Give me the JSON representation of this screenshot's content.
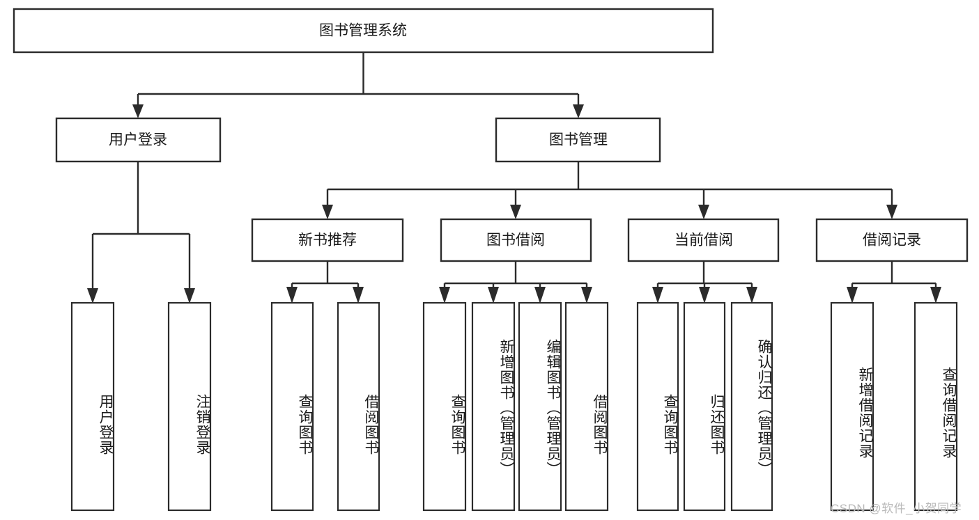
{
  "diagram": {
    "type": "tree-hierarchy-chart",
    "title_node": {
      "label": "图书管理系统"
    },
    "level2": [
      {
        "id": "user-login",
        "label": "用户登录"
      },
      {
        "id": "book-management",
        "label": "图书管理"
      }
    ],
    "level3": [
      {
        "id": "new-book-recommend",
        "label": "新书推荐",
        "parent": "book-management"
      },
      {
        "id": "book-borrow",
        "label": "图书借阅",
        "parent": "book-management"
      },
      {
        "id": "current-borrow",
        "label": "当前借阅",
        "parent": "book-management"
      },
      {
        "id": "borrow-record",
        "label": "借阅记录",
        "parent": "book-management"
      }
    ],
    "leaves": [
      {
        "id": "leaf-user-login",
        "label": "用户登录",
        "parent": "user-login"
      },
      {
        "id": "leaf-logout-login",
        "label": "注销登录",
        "parent": "user-login"
      },
      {
        "id": "leaf-query-book-1",
        "label": "查询图书",
        "parent": "new-book-recommend"
      },
      {
        "id": "leaf-borrow-book-1",
        "label": "借阅图书",
        "parent": "new-book-recommend"
      },
      {
        "id": "leaf-query-book-2",
        "label": "查询图书",
        "parent": "book-borrow"
      },
      {
        "id": "leaf-add-book",
        "label": "新增图书（管理员）",
        "parent": "book-borrow"
      },
      {
        "id": "leaf-edit-book",
        "label": "编辑图书（管理员）",
        "parent": "book-borrow"
      },
      {
        "id": "leaf-borrow-book-2",
        "label": "借阅图书",
        "parent": "book-borrow"
      },
      {
        "id": "leaf-query-book-3",
        "label": "查询图书",
        "parent": "current-borrow"
      },
      {
        "id": "leaf-return-book",
        "label": "归还图书",
        "parent": "current-borrow"
      },
      {
        "id": "leaf-confirm-return",
        "label": "确认归还（管理员）",
        "parent": "current-borrow"
      },
      {
        "id": "leaf-add-record",
        "label": "新增借阅记录",
        "parent": "borrow-record"
      },
      {
        "id": "leaf-query-record",
        "label": "查询借阅记录",
        "parent": "borrow-record"
      }
    ],
    "colors": {
      "stroke": "#2b2b2b",
      "fill": "#ffffff",
      "text": "#1a1a1a",
      "watermark": "#b9b9b9"
    }
  },
  "watermark": {
    "text": "CSDN @软件_小贺同学"
  }
}
